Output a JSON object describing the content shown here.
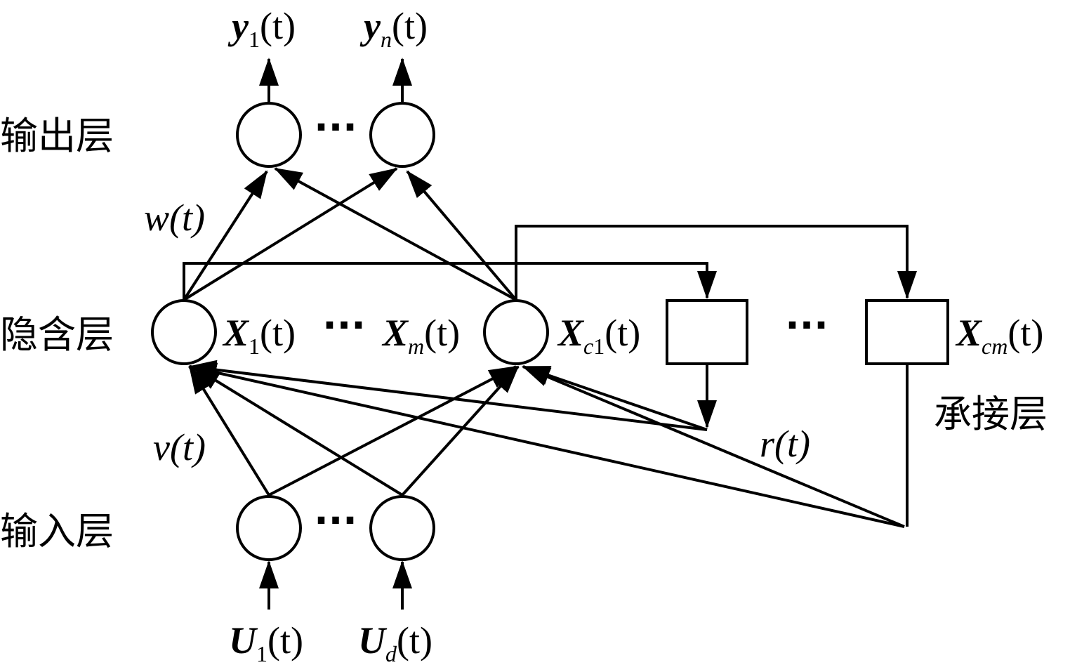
{
  "layers": {
    "output": "输出层",
    "hidden": "隐含层",
    "input": "输入层",
    "context": "承接层"
  },
  "outputs": {
    "y1": {
      "base": "y",
      "sub": "1",
      "arg": "(t)"
    },
    "yn": {
      "base": "y",
      "sub": "n",
      "arg": "(t)"
    }
  },
  "inputs": {
    "u1": {
      "base": "U",
      "sub": "1",
      "arg": "(t)"
    },
    "ud": {
      "base": "U",
      "sub": "d",
      "arg": "(t)"
    }
  },
  "hidden_labels": {
    "x1": {
      "base": "X",
      "sub": "1",
      "arg": "(t)"
    },
    "xm": {
      "base": "X",
      "sub": "m",
      "arg": "(t)"
    }
  },
  "context_labels": {
    "xc1": {
      "base": "X",
      "sub": "c1",
      "sub_c": "c",
      "sub_n": "1",
      "arg": "(t)"
    },
    "xcm": {
      "base": "X",
      "sub": "cm",
      "arg": "(t)"
    }
  },
  "weights": {
    "w": "w(t)",
    "v": "v(t)",
    "r": "r(t)"
  },
  "ellipsis": "···"
}
